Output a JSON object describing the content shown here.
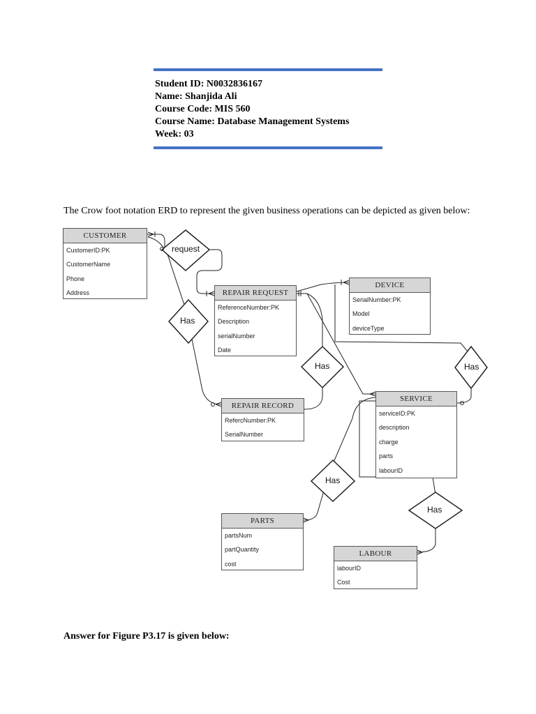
{
  "header": {
    "student_id": "Student ID: N0032836167",
    "name": "Name: Shanjida Ali",
    "course_code": "Course Code: MIS 560",
    "course_name": "Course Name: Database Management Systems",
    "week": "Week: 03"
  },
  "intro": "The Crow foot notation ERD to represent the given business operations can be depicted as given below:",
  "erd": {
    "entities": {
      "customer": {
        "title": "CUSTOMER",
        "attributes": [
          "CustomerID:PK",
          "CustomerName",
          "Phone",
          "Address"
        ]
      },
      "repair_request": {
        "title": "REPAIR REQUEST",
        "attributes": [
          "ReferenceNumber:PK",
          "Description",
          "serialNumber",
          "Date"
        ]
      },
      "device": {
        "title": "DEVICE",
        "attributes": [
          "SerialNumber:PK",
          "Model",
          "deviceType"
        ]
      },
      "repair_record": {
        "title": "REPAIR RECORD",
        "attributes": [
          "RefercNumber:PK",
          "SerialNumber"
        ]
      },
      "service": {
        "title": "SERVICE",
        "attributes": [
          "serviceID:PK",
          "description",
          "charge",
          "parts",
          "labourID"
        ]
      },
      "parts": {
        "title": "PARTS",
        "attributes": [
          "partsNum",
          "partQuantity",
          "cost"
        ]
      },
      "labour": {
        "title": "LABOUR",
        "attributes": [
          "labourID",
          "Cost"
        ]
      }
    },
    "relationships": {
      "request": "request",
      "has_customer_record": "Has",
      "has_request_record": "Has",
      "has_device_service": "Has",
      "has_parts_service": "Has",
      "has_service_labour": "Has"
    }
  },
  "answer": "Answer for Figure P3.17 is given below:"
}
